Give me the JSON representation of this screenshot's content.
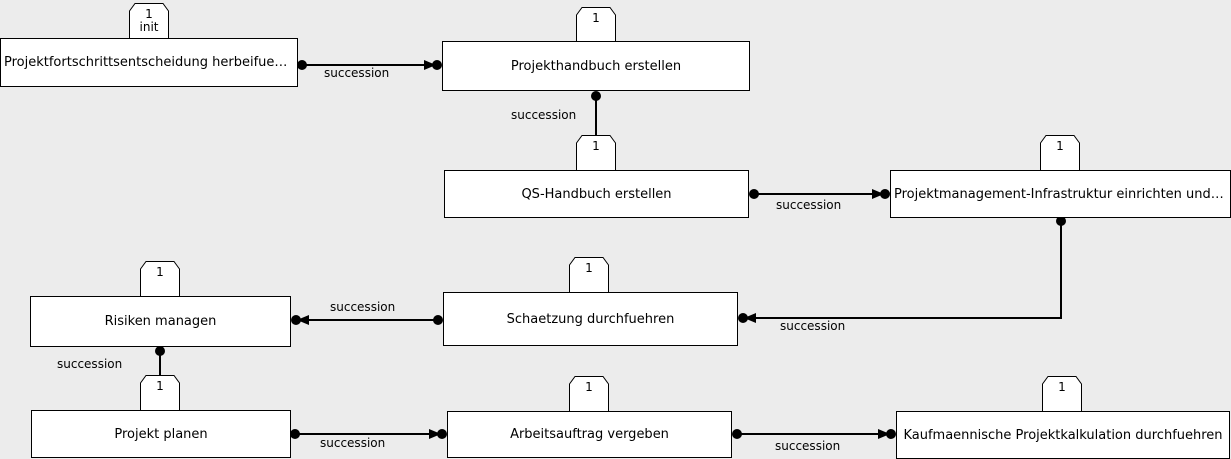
{
  "activities": {
    "a1": {
      "name": "Projektfortschrittsentscheidung herbeifuehren",
      "cardinality": "1",
      "marker": "init"
    },
    "a2": {
      "name": "Projekthandbuch erstellen",
      "cardinality": "1"
    },
    "a3": {
      "name": "QS-Handbuch erstellen",
      "cardinality": "1"
    },
    "a4": {
      "name": "Projektmanagement-Infrastruktur einrichten und pf...",
      "cardinality": "1"
    },
    "a5": {
      "name": "Risiken managen",
      "cardinality": "1"
    },
    "a6": {
      "name": "Schaetzung durchfuehren",
      "cardinality": "1"
    },
    "a7": {
      "name": "Projekt planen",
      "cardinality": "1"
    },
    "a8": {
      "name": "Arbeitsauftrag vergeben",
      "cardinality": "1"
    },
    "a9": {
      "name": "Kaufmaennische Projektkalkulation durchfuehren",
      "cardinality": "1"
    }
  },
  "edges": [
    {
      "from": "a1",
      "to": "a2",
      "label": "succession"
    },
    {
      "from": "a2",
      "to": "a3",
      "label": "succession"
    },
    {
      "from": "a3",
      "to": "a4",
      "label": "succession"
    },
    {
      "from": "a6",
      "to": "a5",
      "label": "succession"
    },
    {
      "from": "a4",
      "to": "a6",
      "label": "succession"
    },
    {
      "from": "a5",
      "to": "a7",
      "label": "succession"
    },
    {
      "from": "a7",
      "to": "a8",
      "label": "succession"
    },
    {
      "from": "a8",
      "to": "a9",
      "label": "succession"
    }
  ]
}
